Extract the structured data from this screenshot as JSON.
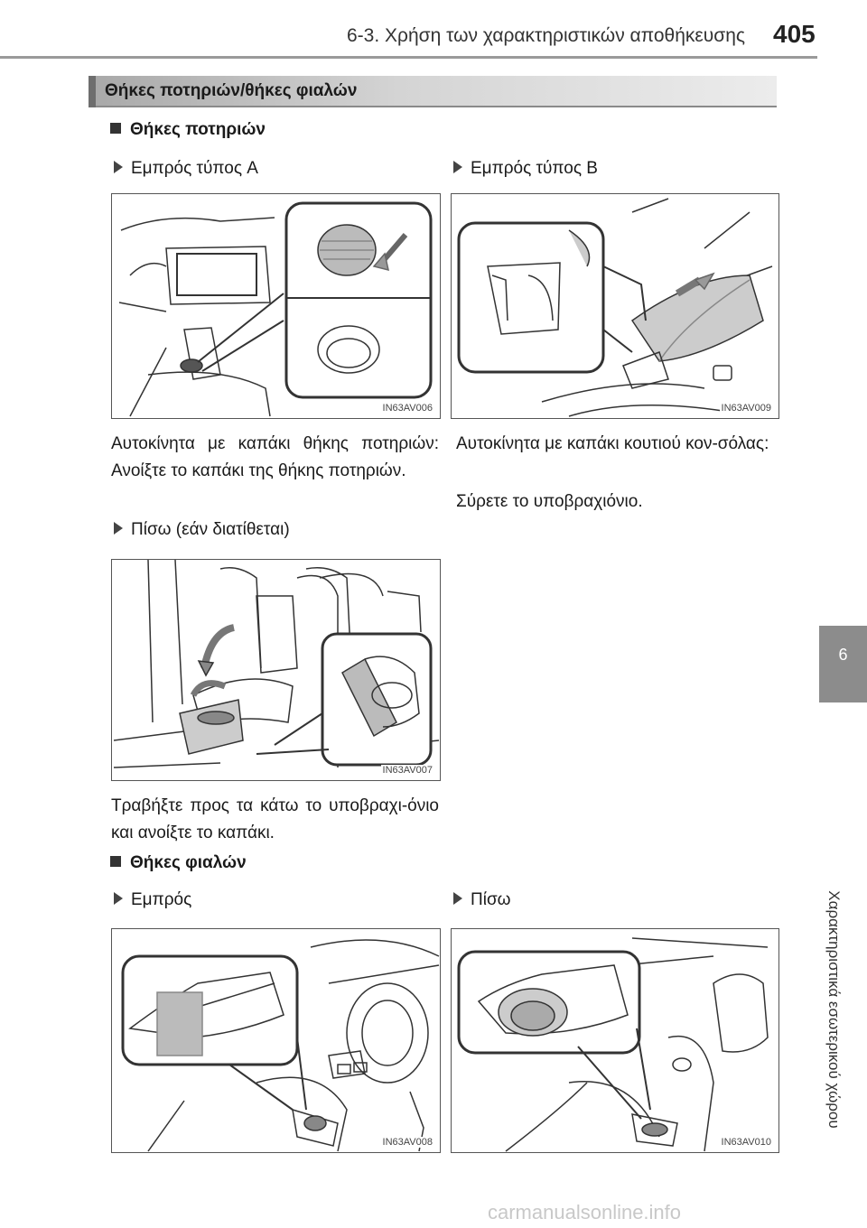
{
  "header": {
    "title": "6-3. Χρήση των χαρακτηριστικών αποθήκευσης",
    "page": "405"
  },
  "sidebar": {
    "chapter": "6",
    "label": "Χαρακτηριστικά εσωτερικού χώρου"
  },
  "section_title": "Θήκες ποτηριών/θήκες φιαλών",
  "cup": {
    "heading": "Θήκες ποτηριών",
    "front_a": {
      "label": "Εμπρός τύπος A",
      "code": "IN63AV006",
      "text": "Αυτοκίνητα με καπάκι θήκης ποτηριών: Ανοίξτε το καπάκι της θήκης ποτηριών."
    },
    "front_b": {
      "label": "Εμπρός τύπος B",
      "code": "IN63AV009",
      "text1": "Αυτοκίνητα με καπάκι κουτιού κον-σόλας:",
      "text2": "Σύρετε το υποβραχιόνιο."
    },
    "rear": {
      "label": "Πίσω (εάν διατίθεται)",
      "code": "IN63AV007",
      "text": "Τραβήξτε προς τα κάτω το υποβραχι-όνιο και ανοίξτε το καπάκι."
    }
  },
  "bottle": {
    "heading": "Θήκες φιαλών",
    "front": {
      "label": "Εμπρός",
      "code": "IN63AV008"
    },
    "rear": {
      "label": "Πίσω",
      "code": "IN63AV010"
    }
  },
  "watermark": "carmanualsonline.info"
}
